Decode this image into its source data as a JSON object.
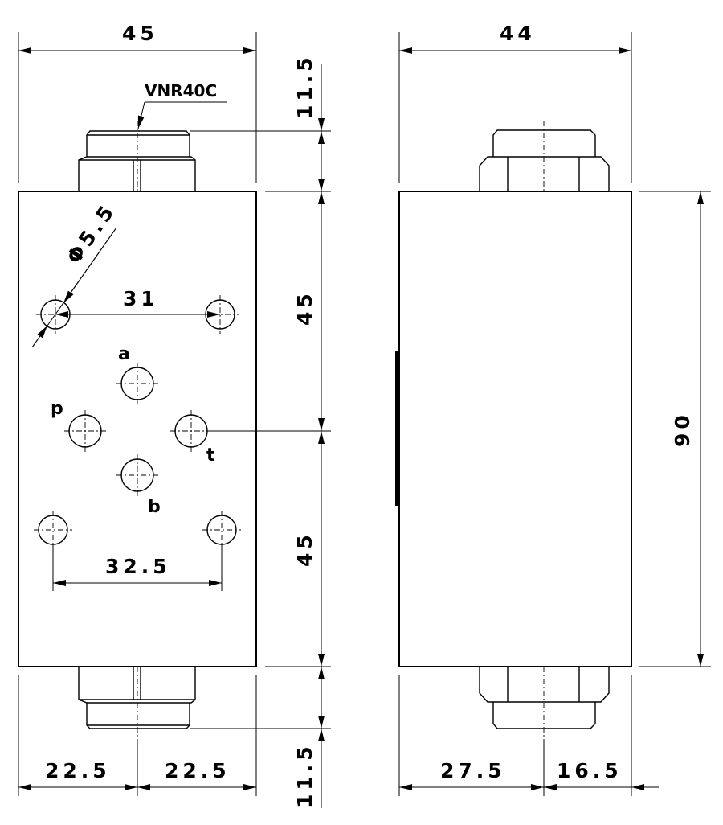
{
  "front_view": {
    "model_label": "VNR40C",
    "hole_diameter_label": "Φ5.5",
    "ports": {
      "a": "a",
      "b": "b",
      "p": "p",
      "t": "t"
    },
    "dims": {
      "overall_width": "45",
      "top_fitting_height": "11.5",
      "upper_half_height": "45",
      "lower_half_height": "45",
      "bottom_fitting_height": "11.5",
      "top_hole_spacing": "31",
      "bottom_hole_spacing": "32.5",
      "left_half_width": "22.5",
      "right_half_width": "22.5"
    }
  },
  "side_view": {
    "dims": {
      "overall_width": "44",
      "body_height": "90",
      "bottom_left_width": "27.5",
      "bottom_right_width": "16.5"
    }
  }
}
